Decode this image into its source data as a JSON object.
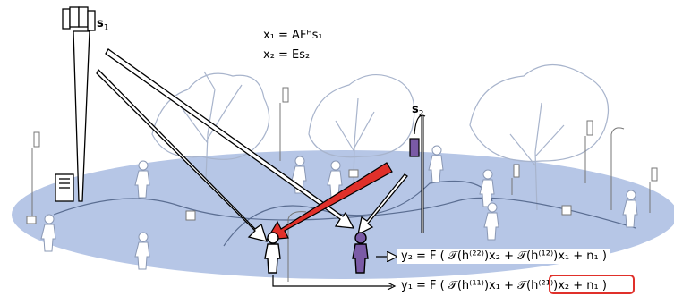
{
  "labels": {
    "s1": "s",
    "s1_sub": "1",
    "s2": "s",
    "s2_sub": "2"
  },
  "equations": {
    "x1": "x₁ = AFᴴs₁",
    "x2": "x₂ = Es₂",
    "y2": "y₂ = F ( 𝒯(h⁽²²⁾)x₂ + 𝒯(h⁽¹²⁾)x₁ + n₁ )",
    "y1": "y₁ = F ( 𝒯(h⁽¹¹⁾)x₁ + 𝒯(h⁽²¹⁾)x₂ + n₁ )"
  },
  "colors": {
    "ground": "#b6c6e6",
    "primary_user": "#ffffff",
    "secondary_user": "#7a5aa6",
    "secondary_tower": "#7a5aa6",
    "interference_arrow": "#e0302a",
    "highlight_box": "#e0302a",
    "tree_outline": "#a8b4cc"
  },
  "icons": [
    "cell-tower",
    "street-light-access-point",
    "pedestrian",
    "tree",
    "lamp-post",
    "signal-arrow",
    "interference-arrow"
  ]
}
